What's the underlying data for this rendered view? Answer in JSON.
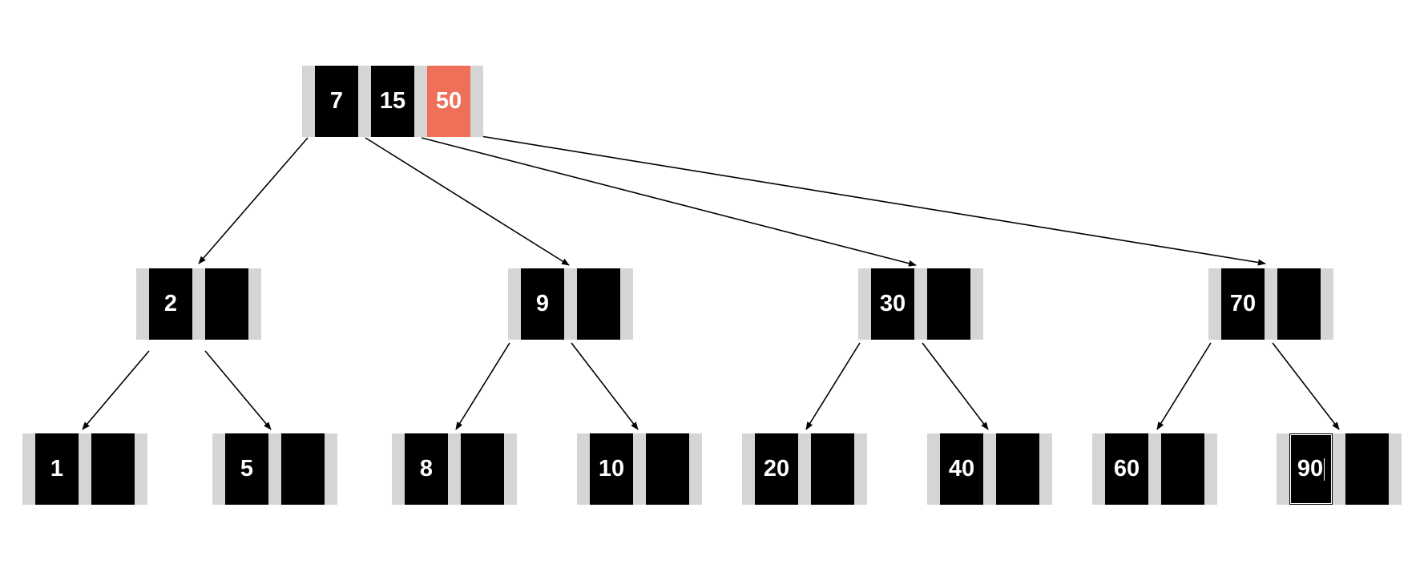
{
  "colors": {
    "key_fill": "#000000",
    "pointer_fill": "#d5d5d5",
    "highlight_fill": "#ef7058",
    "edge_stroke": "#000000",
    "key_text": "#ffffff"
  },
  "tree": {
    "root": {
      "keys": [
        "7",
        "15",
        "50"
      ],
      "highlighted_key": "50"
    },
    "level1": [
      {
        "keys": [
          "2",
          ""
        ]
      },
      {
        "keys": [
          "9",
          ""
        ]
      },
      {
        "keys": [
          "30",
          ""
        ]
      },
      {
        "keys": [
          "70",
          ""
        ]
      }
    ],
    "leaves": [
      {
        "keys": [
          "1",
          ""
        ]
      },
      {
        "keys": [
          "5",
          ""
        ]
      },
      {
        "keys": [
          "8",
          ""
        ]
      },
      {
        "keys": [
          "10",
          ""
        ]
      },
      {
        "keys": [
          "20",
          ""
        ]
      },
      {
        "keys": [
          "40",
          ""
        ]
      },
      {
        "keys": [
          "60",
          ""
        ]
      },
      {
        "keys": [
          "90",
          ""
        ],
        "editing": true
      }
    ]
  }
}
